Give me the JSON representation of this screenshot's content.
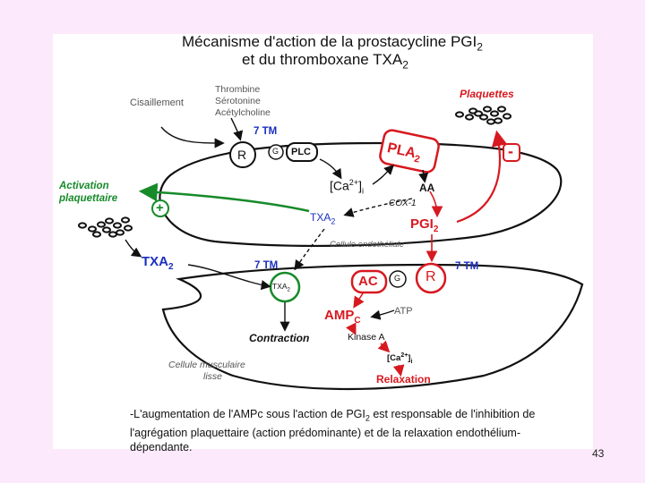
{
  "slide": {
    "title_line1_prefix": "Mécanisme d'action de la prostacycline PGI",
    "title_line1_sub": "2",
    "title_line2_prefix": "et du thromboxane TXA",
    "title_line2_sub": "2",
    "page_number": "43"
  },
  "diagram": {
    "cisaillement": "Cisaillement",
    "agonists": [
      "Thrombine",
      "Sérotonine",
      "Acétylcholine"
    ],
    "plaquettes": "Plaquettes",
    "minus_sign": "-",
    "plus_sign": "+",
    "seven_tm_top": "7 TM",
    "receptor_r": "R",
    "g_protein": "G",
    "plc": "PLC",
    "pla2_prefix": "PLA",
    "pla2_sub": "2",
    "ca_prefix": "[Ca",
    "ca_sup": "2+",
    "ca_suffix": "]",
    "ca_sub": "i",
    "aa": "AA",
    "cox1": "COX-1",
    "txa2_inner_prefix": "TXA",
    "txa2_inner_sub": "2",
    "pgi2_prefix": "PGI",
    "pgi2_sub": "2",
    "cellule_endotheliale": "Cellule endothéliale",
    "activation_line1": "Activation",
    "activation_line2": "plaquettaire",
    "txa2_left_prefix": "TXA",
    "txa2_left_sub": "2",
    "seven_tm_left": "7 TM",
    "txa2_receptor_prefix": "TXA",
    "txa2_receptor_sub": "2",
    "ac": "AC",
    "g_protein_lower": "G",
    "receptor_r_lower": "R",
    "seven_tm_right": "7 TM",
    "ampc_prefix": "AMP",
    "ampc_sub": "C",
    "atp": "ATP",
    "contraction": "Contraction",
    "kinase_a": "Kinase A",
    "ca_lower_prefix": "[Ca",
    "ca_lower_sup": "2+",
    "ca_lower_suffix": "]",
    "ca_lower_sub": "i",
    "relaxation": "Relaxation",
    "smooth_muscle_line1": "Cellule musculaire",
    "smooth_muscle_line2": "lisse"
  },
  "footnote": {
    "part1": "-L'augmentation de l'AMPc sous l'action de PGI",
    "part1_sub": "2",
    "part2": " est responsable de l'inhibition de l'agrégation plaquettaire (action prédominante) et de la relaxation endothélium- dépendante."
  },
  "colors": {
    "red": "#d71920",
    "blue": "#1c2fbf",
    "green": "#178a2a",
    "background": "#fce9fb"
  }
}
